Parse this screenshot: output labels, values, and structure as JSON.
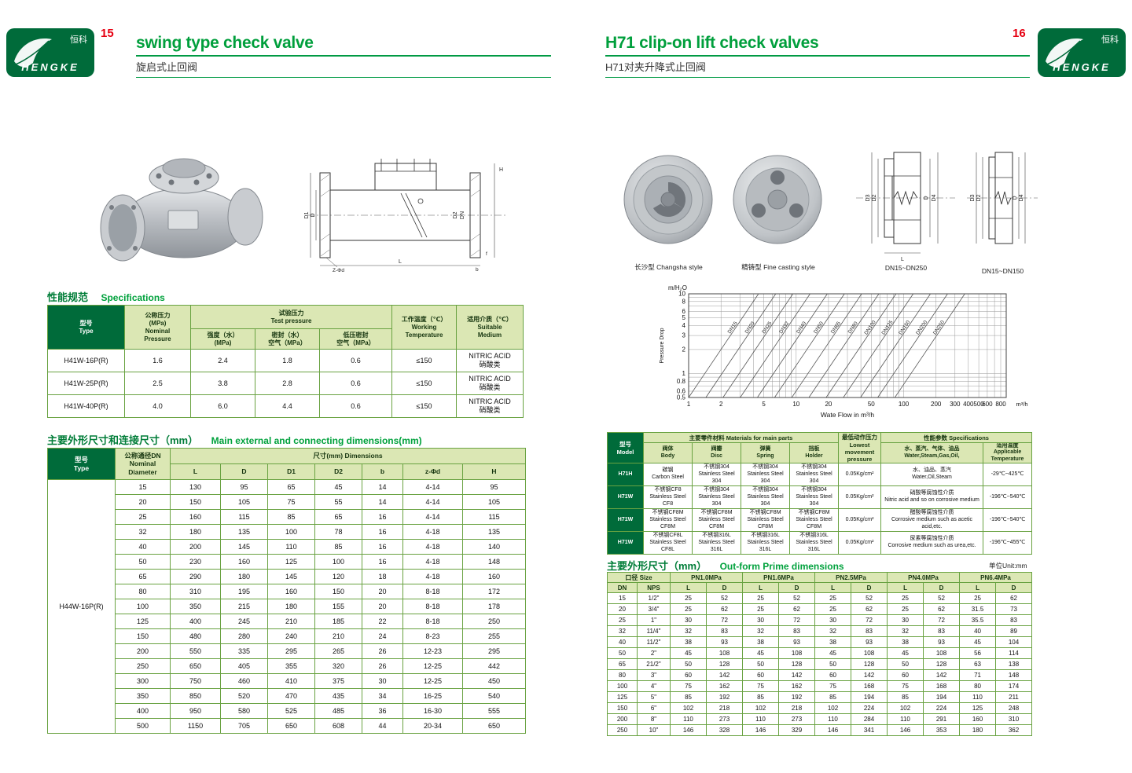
{
  "brand": {
    "cn": "恒科",
    "en": "HENGKE"
  },
  "left_page": {
    "number": "15",
    "title": "swing type check valve",
    "subtitle": "旋启式止回阀",
    "spec_section": {
      "cn": "性能规范",
      "en": "Specifications"
    },
    "spec_table": {
      "h_type": "型号\nType",
      "h_nominal": "公称压力\n(MPa)\nNominal\nPressure",
      "h_test": "试验压力\nTest pressure",
      "h_strength": "强度（水）\n(MPa)",
      "h_seal": "密封（水）\n空气（MPa）",
      "h_lowseal": "低压密封\n空气（MPa）",
      "h_working": "工作温度（℃）\nWorking\nTemperature",
      "h_medium": "适用介质（℃）\nSuitable\nMedium",
      "rows": [
        [
          "H41W-16P(R)",
          "1.6",
          "2.4",
          "1.8",
          "0.6",
          "≤150",
          "NITRIC ACID\n硝酸类"
        ],
        [
          "H41W-25P(R)",
          "2.5",
          "3.8",
          "2.8",
          "0.6",
          "≤150",
          "NITRIC ACID\n硝酸类"
        ],
        [
          "H41W-40P(R)",
          "4.0",
          "6.0",
          "4.4",
          "0.6",
          "≤150",
          "NITRIC ACID\n硝酸类"
        ]
      ]
    },
    "dim_section": {
      "cn": "主要外形尺寸和连接尺寸（mm）",
      "en": "Main external and connecting dimensions(mm)"
    },
    "dim_table": {
      "h_type": "型号\nType",
      "h_dn": "公称通径DN\nNominal\nDiameter",
      "h_dims": "尺寸(mm) Dimensions",
      "cols": [
        "L",
        "D",
        "D1",
        "D2",
        "b",
        "z-Φd",
        "H"
      ],
      "rows": [
        [
          {
            "t": "H44W-16P(R)",
            "rs": 17
          },
          "15",
          "130",
          "95",
          "65",
          "45",
          "14",
          "4-14",
          "95"
        ],
        [
          "20",
          "150",
          "105",
          "75",
          "55",
          "14",
          "4-14",
          "105"
        ],
        [
          "25",
          "160",
          "115",
          "85",
          "65",
          "16",
          "4-14",
          "115"
        ],
        [
          "32",
          "180",
          "135",
          "100",
          "78",
          "16",
          "4-18",
          "135"
        ],
        [
          "40",
          "200",
          "145",
          "110",
          "85",
          "16",
          "4-18",
          "140"
        ],
        [
          "50",
          "230",
          "160",
          "125",
          "100",
          "16",
          "4-18",
          "148"
        ],
        [
          "65",
          "290",
          "180",
          "145",
          "120",
          "18",
          "4-18",
          "160"
        ],
        [
          "80",
          "310",
          "195",
          "160",
          "150",
          "20",
          "8-18",
          "172"
        ],
        [
          "100",
          "350",
          "215",
          "180",
          "155",
          "20",
          "8-18",
          "178"
        ],
        [
          "125",
          "400",
          "245",
          "210",
          "185",
          "22",
          "8-18",
          "250"
        ],
        [
          "150",
          "480",
          "280",
          "240",
          "210",
          "24",
          "8-23",
          "255"
        ],
        [
          "200",
          "550",
          "335",
          "295",
          "265",
          "26",
          "12-23",
          "295"
        ],
        [
          "250",
          "650",
          "405",
          "355",
          "320",
          "26",
          "12-25",
          "442"
        ],
        [
          "300",
          "750",
          "460",
          "410",
          "375",
          "30",
          "12-25",
          "450"
        ],
        [
          "350",
          "850",
          "520",
          "470",
          "435",
          "34",
          "16-25",
          "540"
        ],
        [
          "400",
          "950",
          "580",
          "525",
          "485",
          "36",
          "16-30",
          "555"
        ],
        [
          "500",
          "1150",
          "705",
          "650",
          "608",
          "44",
          "20-34",
          "650"
        ]
      ]
    },
    "drawing_labels": {
      "h": "H",
      "dn": "DN",
      "d2": "D2",
      "d": "D",
      "d1": "D1",
      "l": "L",
      "z": "Z-Φd",
      "b": "b",
      "f": "f"
    }
  },
  "right_page": {
    "number": "16",
    "title": "H71 clip-on lift check valves",
    "subtitle": "H71对夹升降式止回阀",
    "photo1_caption": "长沙型 Changsha style",
    "photo2_caption": "精铸型 Fine casting style",
    "drawing1_caption": "DN15~DN250",
    "drawing2_caption": "DN15~DN150",
    "drawing_labels": {
      "d3": "D3",
      "d2": "D2",
      "d": "D",
      "d4": "D4",
      "l": "L"
    },
    "chart": {
      "type": "line",
      "y_unit": "m/H₂O",
      "ylabel": "Pressure Drop",
      "xlabel": "Wate Flow in m³/h",
      "x_unit_suffix": "m³/h",
      "y_ticks": [
        "10",
        "8",
        "6",
        "5",
        "4",
        "3",
        "2",
        "1",
        "0.8",
        "0.6",
        "0.5"
      ],
      "x_ticks": [
        "1",
        "2",
        "5",
        "10",
        "20",
        "50",
        "100",
        "200",
        "300",
        "400",
        "500",
        "600",
        "800"
      ],
      "lines": [
        "DN15",
        "DN20",
        "DN25",
        "DN32",
        "DN40",
        "DN50",
        "DN65",
        "DN80",
        "DN100",
        "DN125",
        "DN150",
        "DN200",
        "DN250"
      ]
    },
    "mat_table": {
      "h_model": "型号\nModel",
      "h_parts": "主要零件材料 Materials for main parts",
      "h_body": "阀体\nBody",
      "h_disc": "阀瓣\nDisc",
      "h_spring": "弹簧\nSpring",
      "h_holder": "挡板\nHolder",
      "h_pressure": "最低动作压力\nLowest movement\npressure",
      "h_spec": "性能参数 Specifications",
      "h_medium": "水、蒸汽、气体、油品\nWater,Steam,Gas,Oil,",
      "h_temp": "适用温度\nApplicable\nTemperature",
      "rows": [
        [
          {
            "t": "H71H",
            "c": "dark"
          },
          "碳钢\nCarbon Steel",
          "不锈钢304\nStainless Steel 304",
          "不锈钢304\nStainless Steel 304",
          "不锈钢304\nStainless Steel 304",
          "0.05Kg/cm²",
          "水、油品、蒸汽\nWater,Oil,Steam",
          "-29℃~425℃"
        ],
        [
          {
            "t": "H71W",
            "c": "dark"
          },
          "不锈钢CF8\nStainless Steel CF8",
          "不锈钢304\nStainless Steel 304",
          "不锈钢304\nStainless Steel 304",
          "不锈钢304\nStainless Steel 304",
          "0.05Kg/cm²",
          "硝酸等腐蚀性介质\nNitric acid and so on corrosive medium",
          "-196℃~540℃"
        ],
        [
          {
            "t": "H71W",
            "c": "dark"
          },
          "不锈钢CF8M\nStainless Steel CF8M",
          "不锈钢CF8M\nStainless Steel CF8M",
          "不锈钢CF8M\nStainless Steel CF8M",
          "不锈钢CF8M\nStainless Steel CF8M",
          "0.05Kg/cm²",
          "醋酸等腐蚀性介质\nCorrosive medium such as acetic acid,etc.",
          "-196℃~540℃"
        ],
        [
          {
            "t": "H71W",
            "c": "dark"
          },
          "不锈钢CF8L\nStainless Steel CF8L",
          "不锈钢316L\nStainless Steel 316L",
          "不锈钢316L\nStainless Steel 316L",
          "不锈钢316L\nStainless Steel 316L",
          "0.05Kg/cm²",
          "尿素等腐蚀性介质\nCorrosive medium such as urea,etc.",
          "-196℃~455℃"
        ]
      ]
    },
    "outform_section": {
      "cn": "主要外形尺寸（mm）",
      "en": "Out-form Prime dimensions",
      "unit": "单位Unit:mm"
    },
    "outform_table": {
      "h_size": "口径 Size",
      "h_dn": "DN",
      "h_nps": "NPS",
      "h_l": "L",
      "h_d": "D",
      "pn": [
        "PN1.0MPa",
        "PN1.6MPa",
        "PN2.5MPa",
        "PN4.0MPa",
        "PN6.4MPa"
      ],
      "rows": [
        [
          "15",
          "1/2\"",
          "25",
          "52",
          "25",
          "52",
          "25",
          "52",
          "25",
          "52",
          "25",
          "62"
        ],
        [
          "20",
          "3/4\"",
          "25",
          "62",
          "25",
          "62",
          "25",
          "62",
          "25",
          "62",
          "31.5",
          "73"
        ],
        [
          "25",
          "1\"",
          "30",
          "72",
          "30",
          "72",
          "30",
          "72",
          "30",
          "72",
          "35.5",
          "83"
        ],
        [
          "32",
          "11/4\"",
          "32",
          "83",
          "32",
          "83",
          "32",
          "83",
          "32",
          "83",
          "40",
          "89"
        ],
        [
          "40",
          "11/2\"",
          "38",
          "93",
          "38",
          "93",
          "38",
          "93",
          "38",
          "93",
          "45",
          "104"
        ],
        [
          "50",
          "2\"",
          "45",
          "108",
          "45",
          "108",
          "45",
          "108",
          "45",
          "108",
          "56",
          "114"
        ],
        [
          "65",
          "21/2\"",
          "50",
          "128",
          "50",
          "128",
          "50",
          "128",
          "50",
          "128",
          "63",
          "138"
        ],
        [
          "80",
          "3\"",
          "60",
          "142",
          "60",
          "142",
          "60",
          "142",
          "60",
          "142",
          "71",
          "148"
        ],
        [
          "100",
          "4\"",
          "75",
          "162",
          "75",
          "162",
          "75",
          "168",
          "75",
          "168",
          "80",
          "174"
        ],
        [
          "125",
          "5\"",
          "85",
          "192",
          "85",
          "192",
          "85",
          "194",
          "85",
          "194",
          "110",
          "211"
        ],
        [
          "150",
          "6\"",
          "102",
          "218",
          "102",
          "218",
          "102",
          "224",
          "102",
          "224",
          "125",
          "248"
        ],
        [
          "200",
          "8\"",
          "110",
          "273",
          "110",
          "273",
          "110",
          "284",
          "110",
          "291",
          "160",
          "310"
        ],
        [
          "250",
          "10\"",
          "146",
          "328",
          "146",
          "329",
          "146",
          "341",
          "146",
          "353",
          "180",
          "362"
        ]
      ]
    }
  }
}
